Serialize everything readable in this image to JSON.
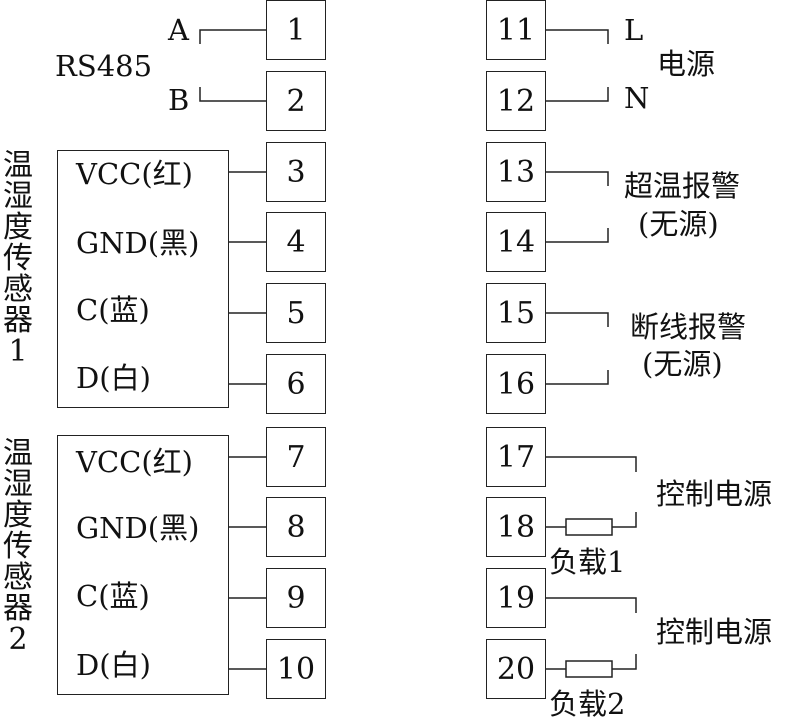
{
  "rs485": {
    "label": "RS485",
    "a": "A",
    "b": "B"
  },
  "power": {
    "l": "L",
    "n": "N",
    "label": "电源"
  },
  "sensor1": {
    "title_chars": [
      "温",
      "湿",
      "度",
      "传",
      "感",
      "器",
      "1"
    ],
    "vcc": "VCC(红)",
    "gnd": "GND(黑)",
    "c": "C(蓝)",
    "d": "D(白)"
  },
  "sensor2": {
    "title_chars": [
      "温",
      "湿",
      "度",
      "传",
      "感",
      "器",
      "2"
    ],
    "vcc": "VCC(红)",
    "gnd": "GND(黑)",
    "c": "C(蓝)",
    "d": "D(白)"
  },
  "alarm_over_temp": {
    "line1": "超温报警",
    "line2": "(无源)"
  },
  "alarm_break": {
    "line1": "断线报警",
    "line2": "(无源)"
  },
  "control1": {
    "label": "控制电源",
    "load": "负载1"
  },
  "control2": {
    "label": "控制电源",
    "load": "负载2"
  },
  "terminals_left": [
    "1",
    "2",
    "3",
    "4",
    "5",
    "6",
    "7",
    "8",
    "9",
    "10"
  ],
  "terminals_right": [
    "11",
    "12",
    "13",
    "14",
    "15",
    "16",
    "17",
    "18",
    "19",
    "20"
  ]
}
